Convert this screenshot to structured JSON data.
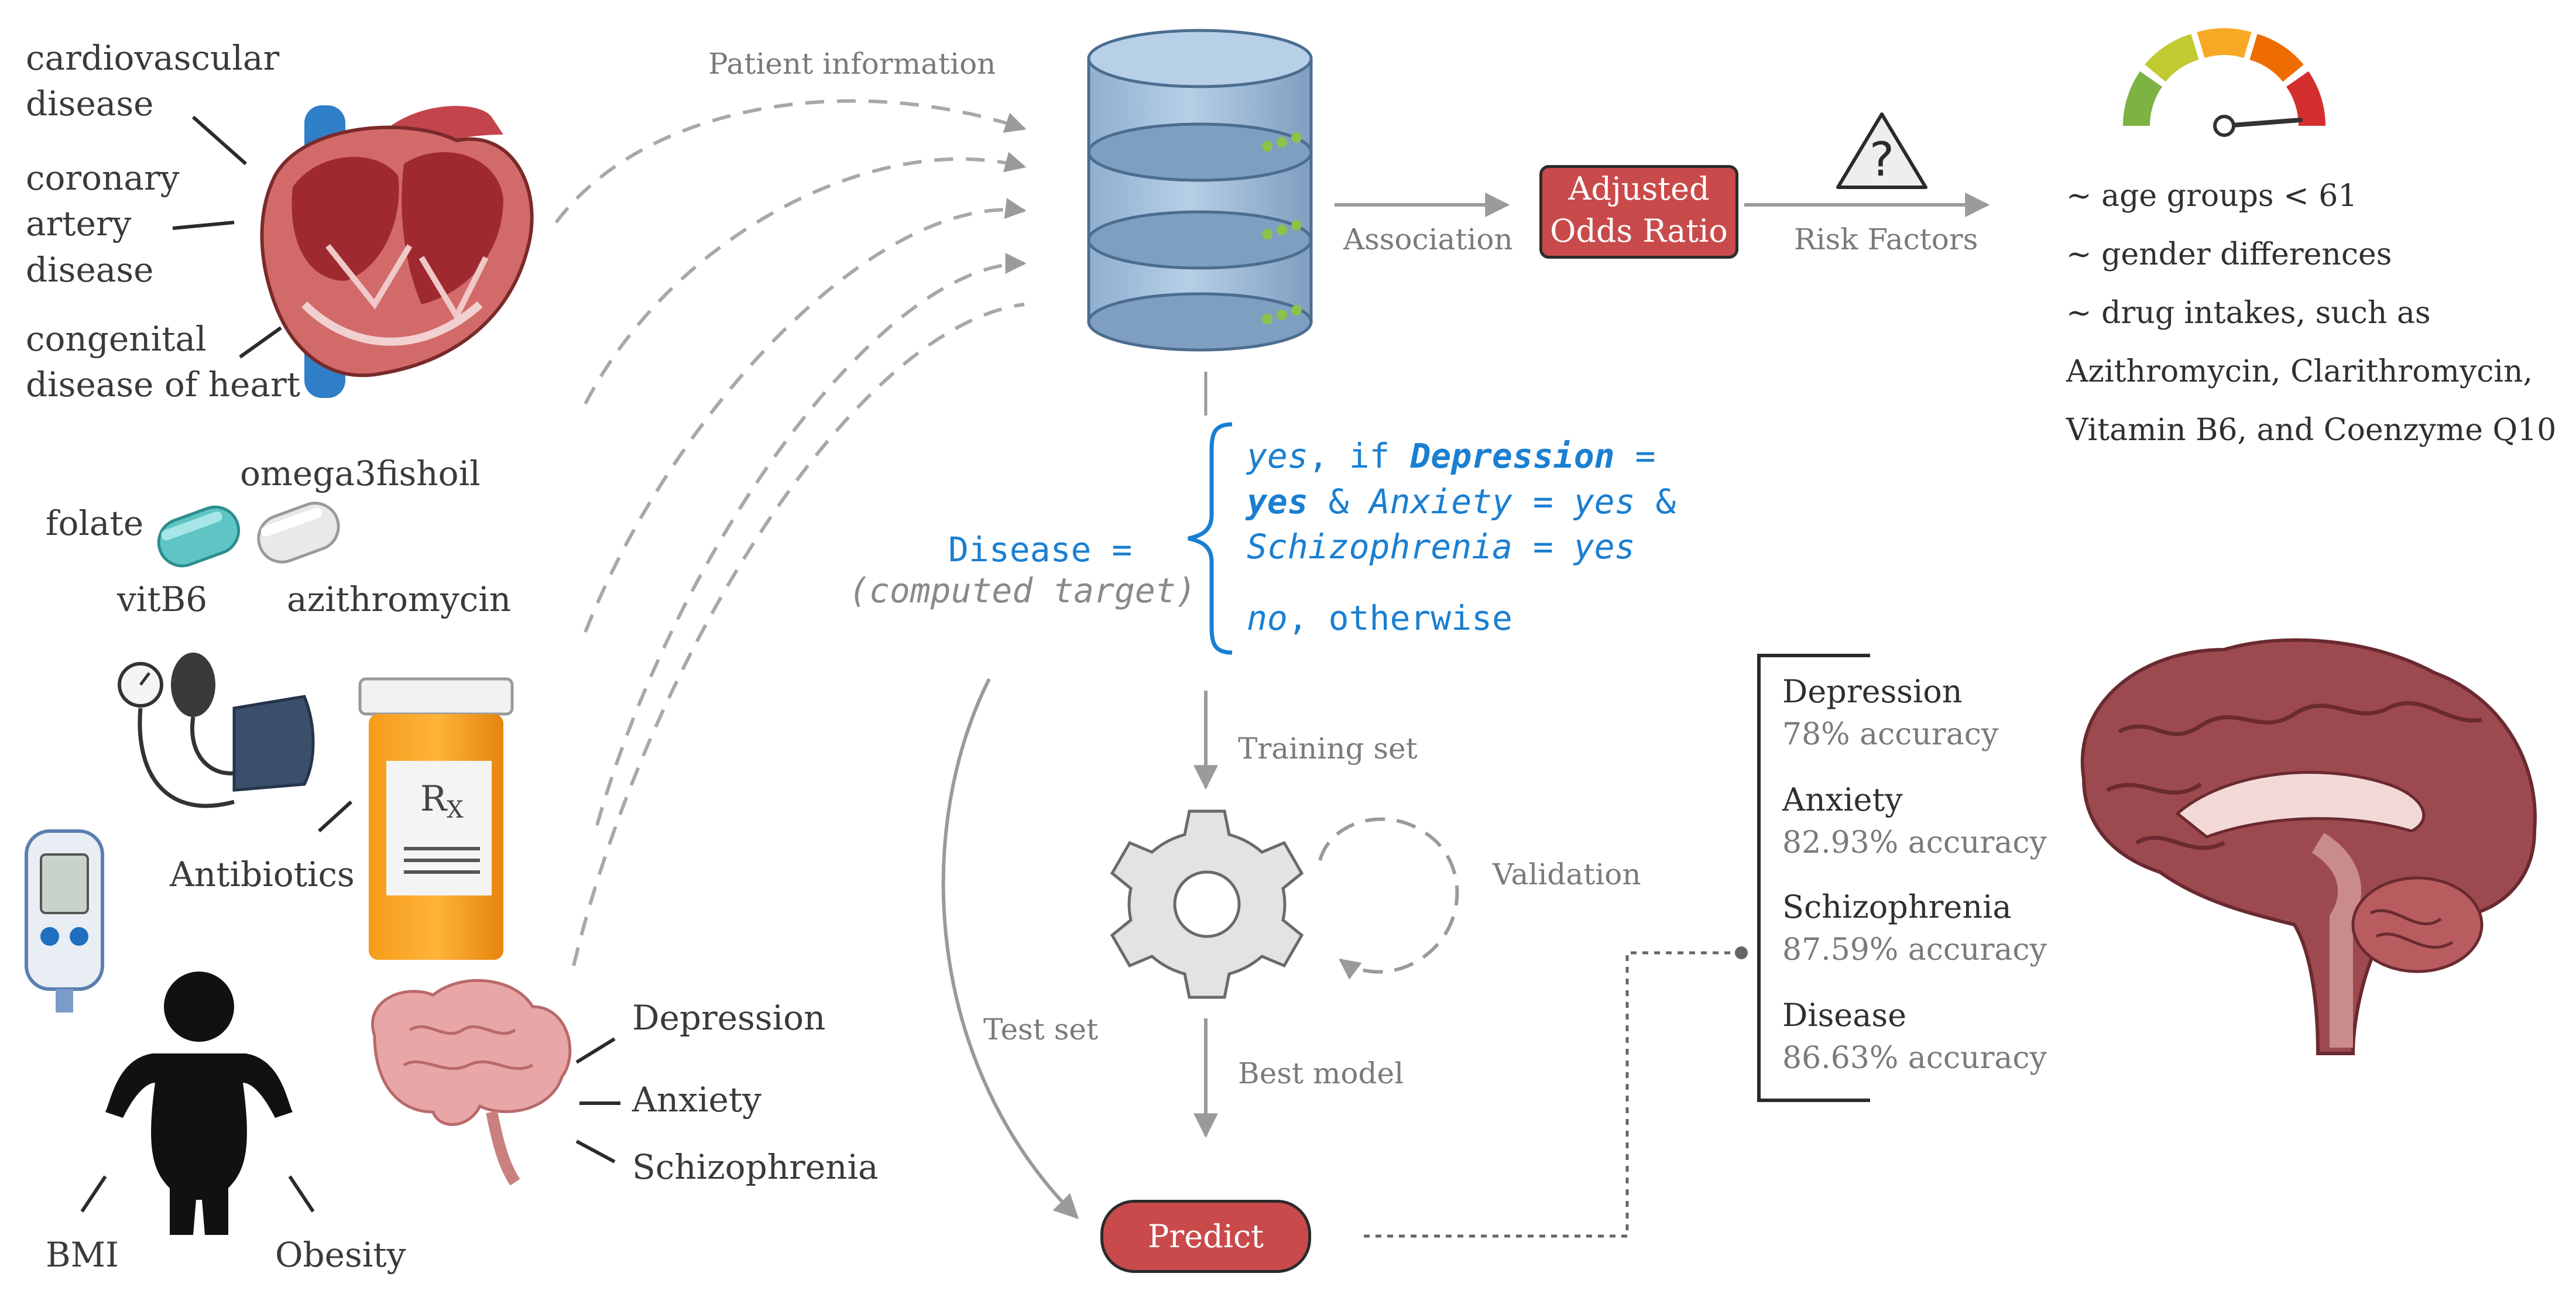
{
  "diseases": {
    "cardiovascular": "cardiovascular\ndisease",
    "coronary": "coronary\nartery\ndisease",
    "congenital": "congenital\ndisease of heart"
  },
  "supplements": {
    "omega": "omega3fishoil",
    "folate": "folate",
    "vitb6": "vitB6",
    "azithromycin": "azithromycin"
  },
  "antibiotics_label": "Antibiotics",
  "rx_label": "R",
  "rx_sub": "X",
  "body_labels": {
    "bmi": "BMI",
    "obesity": "Obesity"
  },
  "mental_labels": {
    "depression": "Depression",
    "anxiety": "Anxiety",
    "schizophrenia": "Schizophrenia"
  },
  "flow": {
    "patient_information": "Patient information",
    "association": "Association",
    "adjusted_odds_ratio": "Adjusted\nOdds Ratio",
    "risk_factors": "Risk Factors",
    "training_set": "Training set",
    "validation": "Validation",
    "best_model": "Best model",
    "test_set": "Test set",
    "predict": "Predict",
    "warning_symbol": "?"
  },
  "risk_list": [
    "~ age groups < 61",
    "~ gender differences",
    "~ drug intakes, such as",
    "Azithromycin, Clarithromycin,",
    "Vitamin B6, and Coenzyme Q10"
  ],
  "target_definition": {
    "disease_label": "Disease =",
    "computed_target": "(computed target)",
    "yes1": "yes",
    "if_kw": ", if ",
    "depression": "Depression",
    "eq1": " =",
    "yes2": "yes",
    "amp1": " & ",
    "anxiety_eq": "Anxiety = ",
    "yes3": "yes",
    "amp2": " &",
    "schizophrenia_eq": "Schizophrenia = ",
    "yes4": "yes",
    "no": "no",
    "otherwise": ", otherwise"
  },
  "results": [
    {
      "name": "Depression",
      "accuracy": "78% accuracy"
    },
    {
      "name": "Anxiety",
      "accuracy": "82.93% accuracy"
    },
    {
      "name": "Schizophrenia",
      "accuracy": "87.59% accuracy"
    },
    {
      "name": "Disease",
      "accuracy": "86.63% accuracy"
    }
  ],
  "colors": {
    "accent_red": "#c94a4b",
    "code_blue": "#1a7fd1",
    "database_blue": "#9dbcd8",
    "arrow_gray": "#9a9a9a",
    "gauge": [
      "#7cb342",
      "#c0ca33",
      "#f9a825",
      "#ef6c00",
      "#d32f2f"
    ]
  },
  "icons": [
    "heart-icon",
    "capsule-icon",
    "blood-pressure-monitor-icon",
    "glucose-meter-icon",
    "pill-bottle-icon",
    "person-silhouette-icon",
    "brain-icon",
    "database-icon",
    "gear-icon",
    "cycle-arrow-icon",
    "warning-triangle-icon",
    "gauge-icon",
    "brain-sagittal-icon"
  ]
}
